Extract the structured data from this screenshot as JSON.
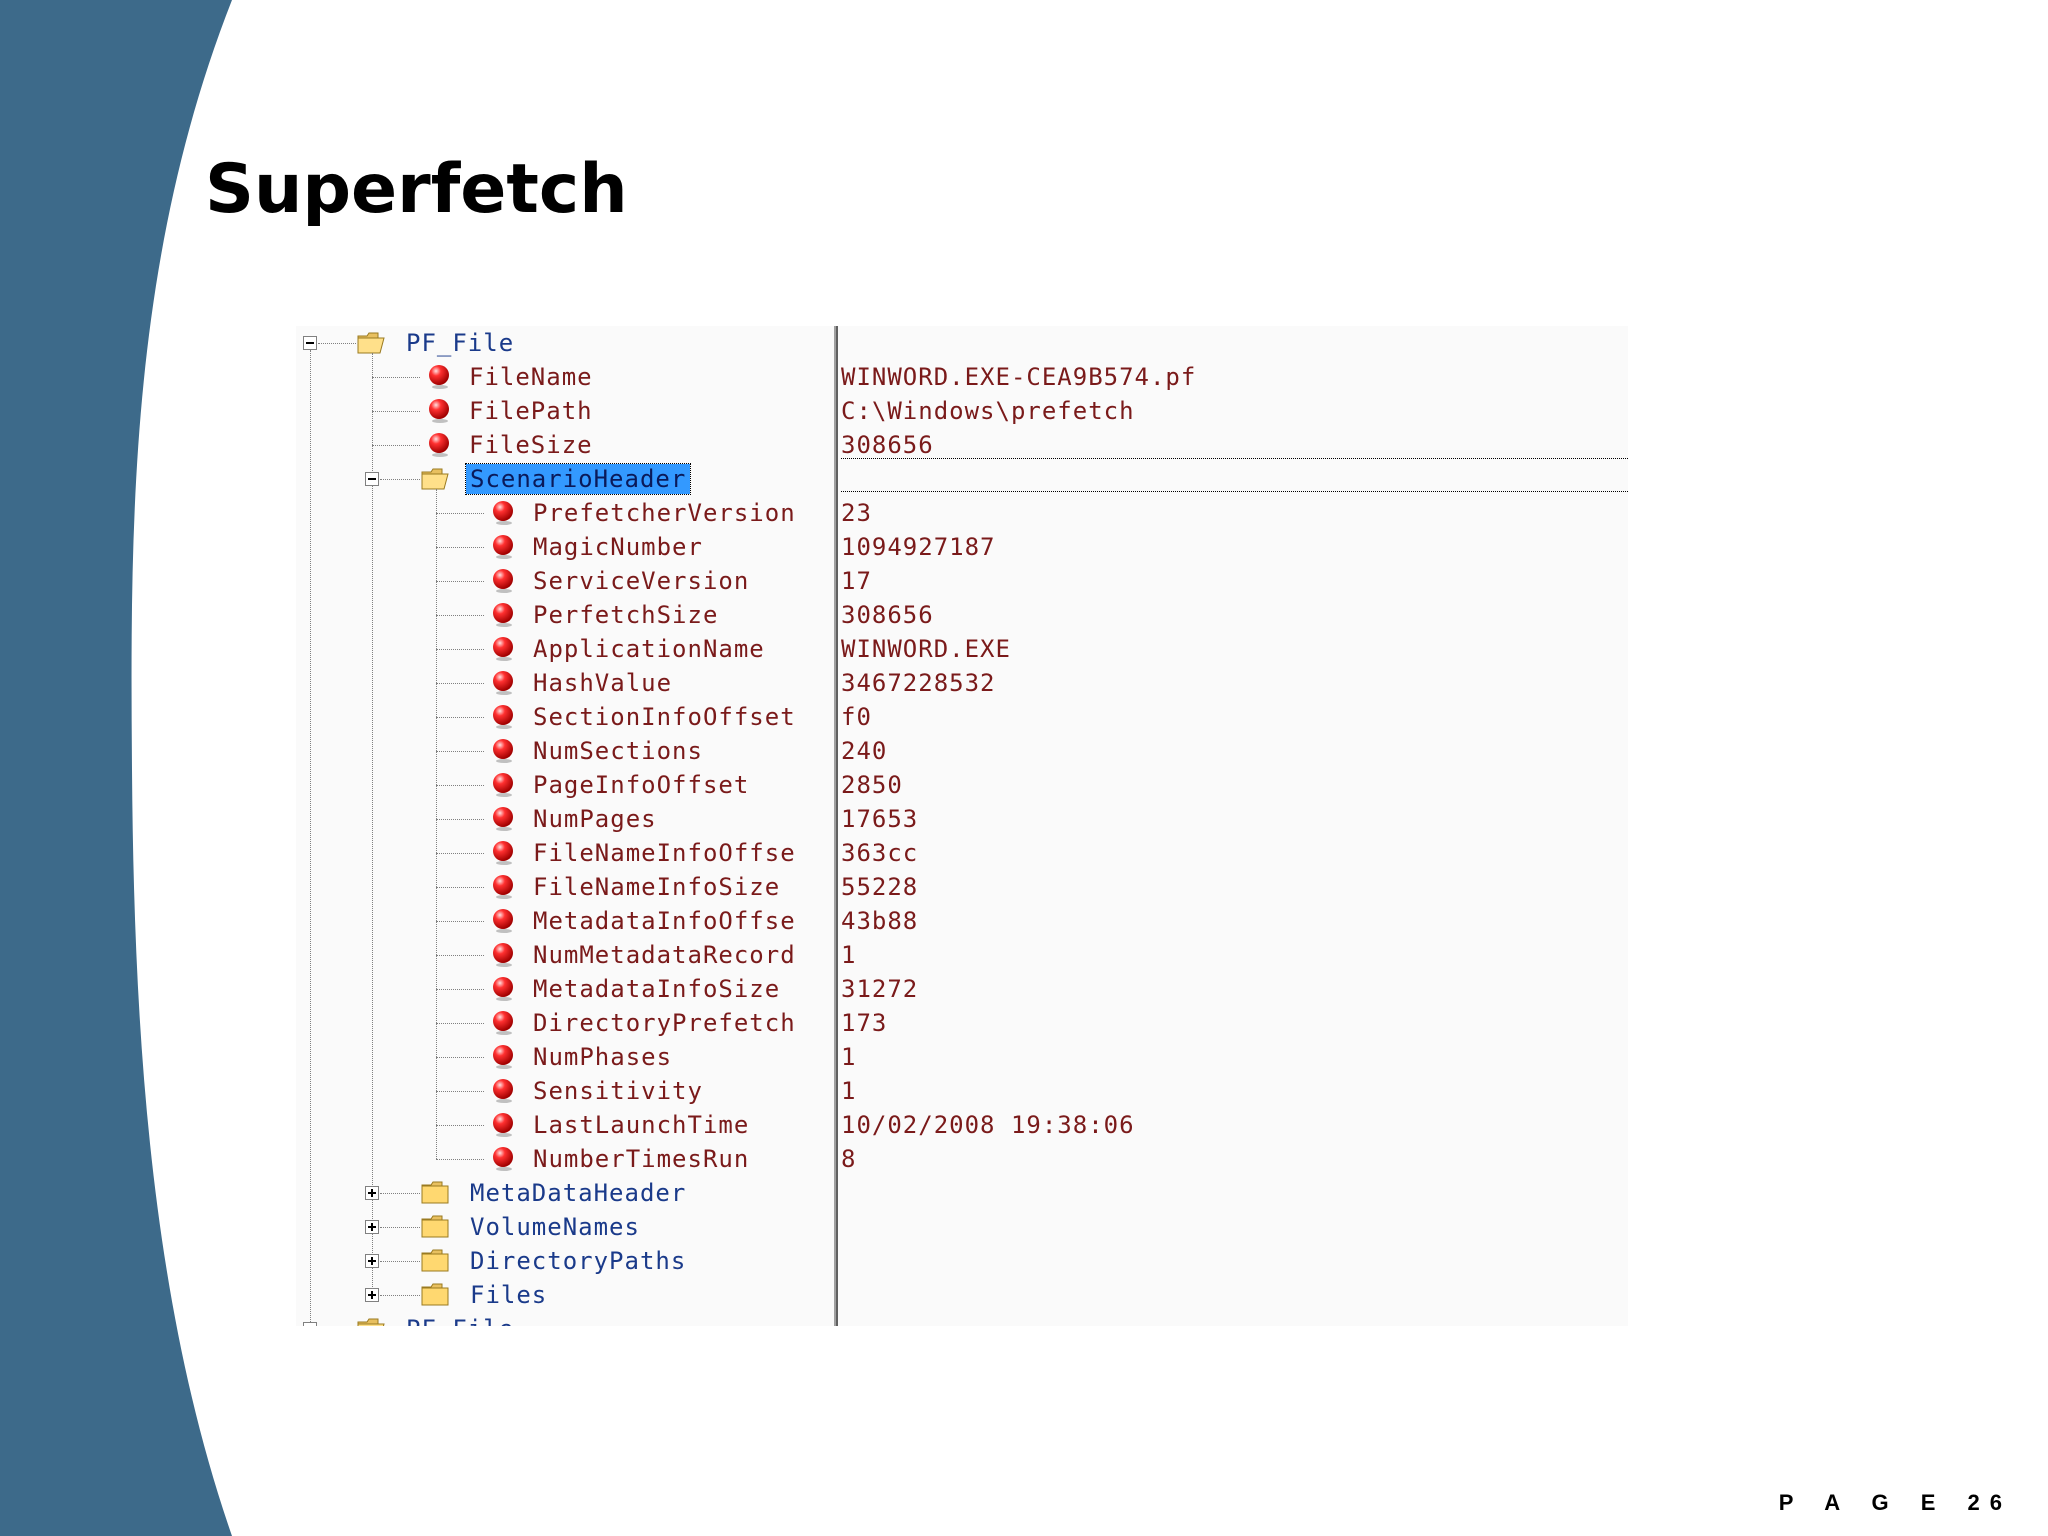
{
  "slide": {
    "title": "Superfetch",
    "page_label": "P A G E",
    "page_number": "26"
  },
  "colors": {
    "side_band": "#3d6a8a",
    "selection": "#3399ff",
    "item_text": "#7a1a1a",
    "folder_text": "#1a3a8a"
  },
  "tree": {
    "root": {
      "label": "PF_File",
      "icon": "folder-open-icon",
      "expanded": true
    },
    "file_fields": [
      {
        "label": "FileName",
        "value": "WINWORD.EXE-CEA9B574.pf",
        "icon": "red-ball-icon"
      },
      {
        "label": "FilePath",
        "value": "C:\\Windows\\prefetch",
        "icon": "red-ball-icon"
      },
      {
        "label": "FileSize",
        "value": "308656",
        "icon": "red-ball-icon"
      }
    ],
    "scenario_header": {
      "label": "ScenarioHeader",
      "icon": "folder-open-icon",
      "expanded": true,
      "selected": true
    },
    "scenario_fields": [
      {
        "label": "PrefetcherVersion",
        "value": "23"
      },
      {
        "label": "MagicNumber",
        "value": "1094927187"
      },
      {
        "label": "ServiceVersion",
        "value": "17"
      },
      {
        "label": "PerfetchSize",
        "value": "308656"
      },
      {
        "label": "ApplicationName",
        "value": "WINWORD.EXE"
      },
      {
        "label": "HashValue",
        "value": "3467228532"
      },
      {
        "label": "SectionInfoOffset",
        "value": "f0"
      },
      {
        "label": "NumSections",
        "value": "240"
      },
      {
        "label": "PageInfoOffset",
        "value": "2850"
      },
      {
        "label": "NumPages",
        "value": "17653"
      },
      {
        "label": "FileNameInfoOffse",
        "value": "363cc"
      },
      {
        "label": "FileNameInfoSize",
        "value": "55228"
      },
      {
        "label": "MetadataInfoOffse",
        "value": "43b88"
      },
      {
        "label": "NumMetadataRecord",
        "value": "1"
      },
      {
        "label": "MetadataInfoSize",
        "value": "31272"
      },
      {
        "label": "DirectoryPrefetch",
        "value": "173"
      },
      {
        "label": "NumPhases",
        "value": "1"
      },
      {
        "label": "Sensitivity",
        "value": "1"
      },
      {
        "label": "LastLaunchTime",
        "value": "10/02/2008  19:38:06"
      },
      {
        "label": "NumberTimesRun",
        "value": "8"
      }
    ],
    "collapsed_folders": [
      {
        "label": "MetaDataHeader",
        "icon": "folder-closed-icon"
      },
      {
        "label": "VolumeNames",
        "icon": "folder-closed-icon"
      },
      {
        "label": "DirectoryPaths",
        "icon": "folder-closed-icon"
      },
      {
        "label": "Files",
        "icon": "folder-closed-icon"
      }
    ],
    "next_root": {
      "label": "PF_File",
      "icon": "folder-open-icon"
    }
  }
}
